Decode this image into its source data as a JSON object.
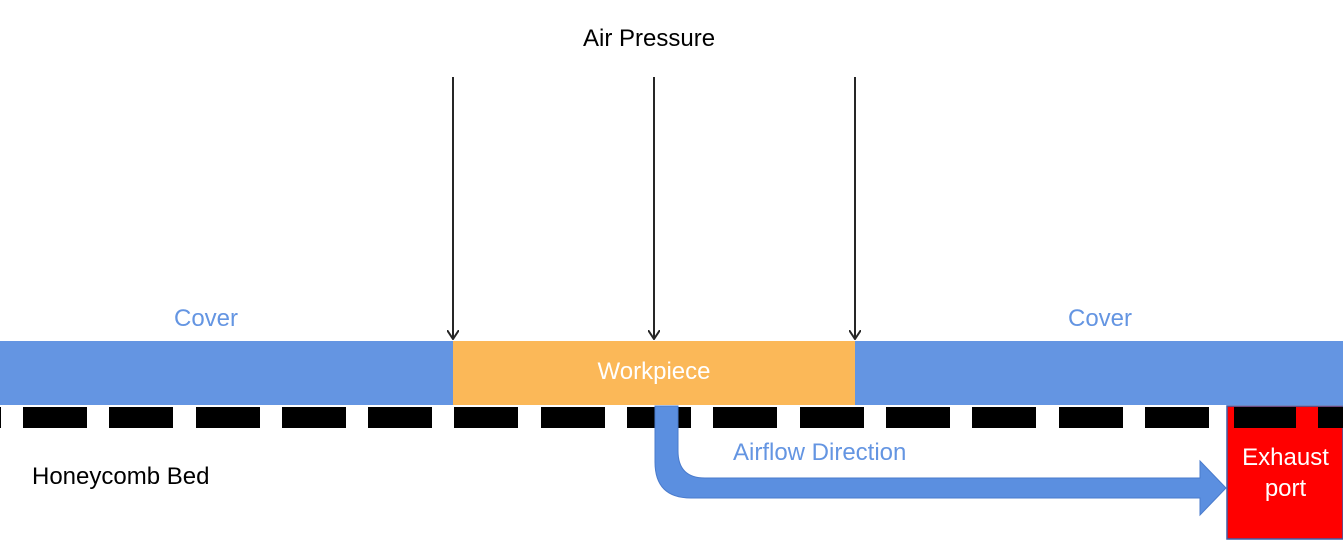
{
  "title": "Air Pressure",
  "labels": {
    "cover_left": "Cover",
    "cover_right": "Cover",
    "workpiece": "Workpiece",
    "honeycomb_bed": "Honeycomb Bed",
    "airflow_direction": "Airflow Direction",
    "exhaust_port": "Exhaust port"
  },
  "colors": {
    "cover": "#6495e2",
    "workpiece": "#fbb858",
    "exhaust": "#ff0000",
    "airflow_arrow": "#5b8fe0",
    "arrow": "#262626",
    "label_blue": "#6495e2"
  }
}
